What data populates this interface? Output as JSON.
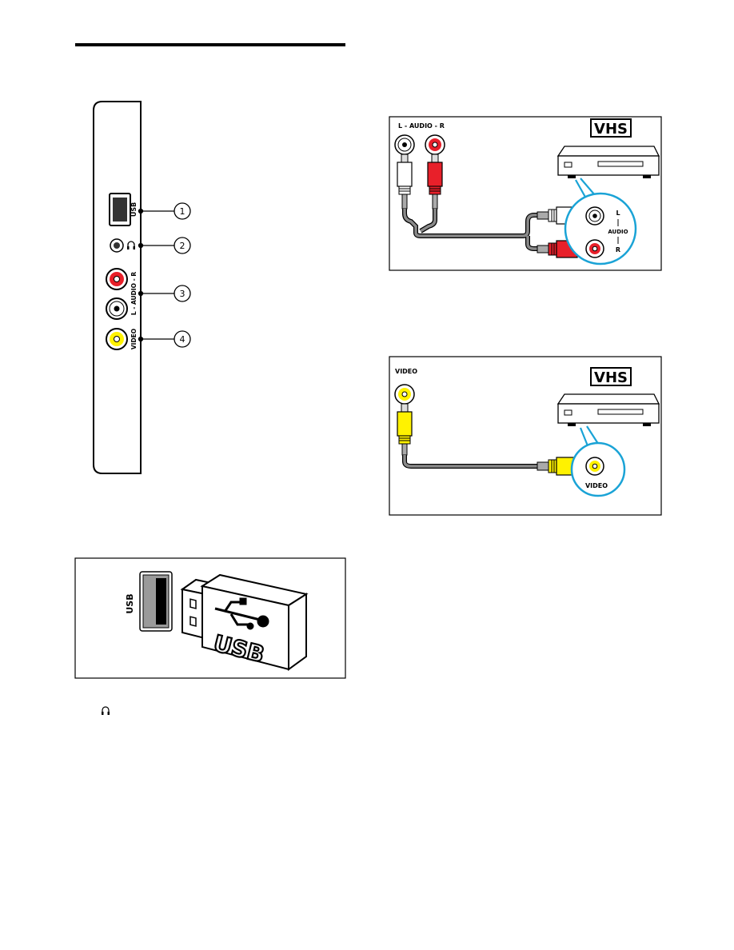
{
  "side_panel": {
    "usb_label": "USB",
    "audio_label": "L - AUDIO - R",
    "video_label": "VIDEO",
    "callouts": [
      "1",
      "2",
      "3",
      "4"
    ]
  },
  "audio_diagram": {
    "header_label": "L - AUDIO - R",
    "vhs_logo": "VHS",
    "jack_label_l": "L",
    "jack_label_audio": "AUDIO",
    "jack_label_r": "R"
  },
  "video_diagram": {
    "header_label": "VIDEO",
    "vhs_logo": "VHS",
    "jack_label": "VIDEO"
  },
  "usb_diagram": {
    "port_label": "USB",
    "stick_label": "USB"
  },
  "colors": {
    "audio_red": "#e8202a",
    "video_yellow": "#fff200",
    "highlight_blue": "#1aa3d6",
    "cable_gray": "#8a8a8a"
  },
  "icons": {
    "headphone": "headphone-icon"
  }
}
